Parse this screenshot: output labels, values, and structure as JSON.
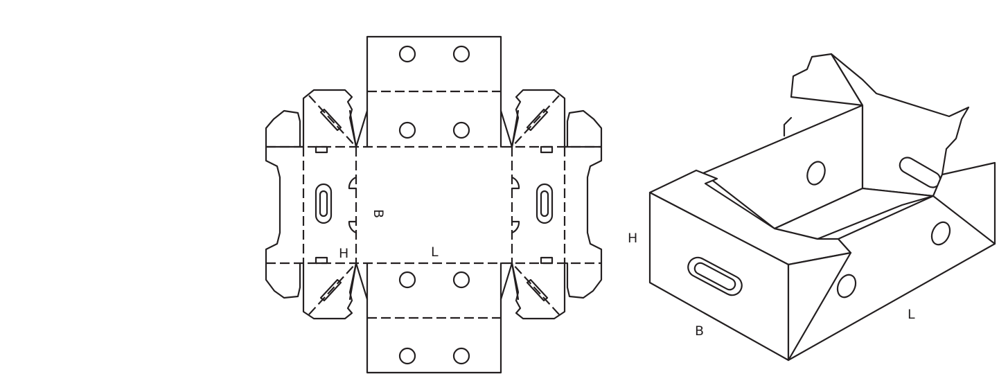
{
  "diagram": {
    "flat_layout": {
      "label_length": "L",
      "label_width": "B",
      "label_height": "H"
    },
    "assembled_view": {
      "label_height": "H",
      "label_width": "B",
      "label_length": "L"
    },
    "line_color": "#231f20",
    "background": "#ffffff"
  }
}
